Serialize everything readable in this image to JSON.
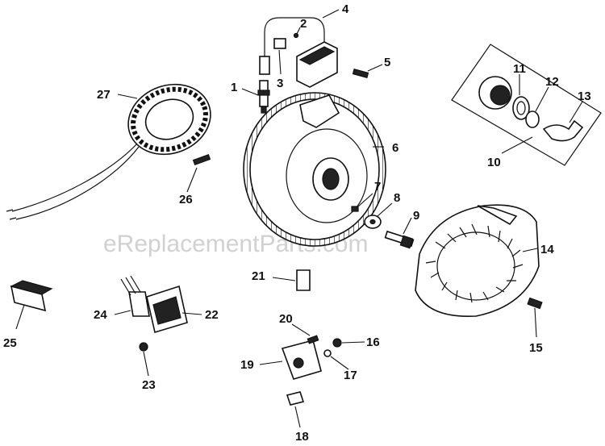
{
  "watermark": "eReplacementParts.com",
  "callouts": [
    {
      "id": "c1",
      "label": "1"
    },
    {
      "id": "c2",
      "label": "2"
    },
    {
      "id": "c3",
      "label": "3"
    },
    {
      "id": "c4",
      "label": "4"
    },
    {
      "id": "c5",
      "label": "5"
    },
    {
      "id": "c6",
      "label": "6"
    },
    {
      "id": "c7",
      "label": "7"
    },
    {
      "id": "c8",
      "label": "8"
    },
    {
      "id": "c9",
      "label": "9"
    },
    {
      "id": "c10",
      "label": "10"
    },
    {
      "id": "c11",
      "label": "11"
    },
    {
      "id": "c12",
      "label": "12"
    },
    {
      "id": "c13",
      "label": "13"
    },
    {
      "id": "c14",
      "label": "14"
    },
    {
      "id": "c15",
      "label": "15"
    },
    {
      "id": "c16",
      "label": "16"
    },
    {
      "id": "c17",
      "label": "17"
    },
    {
      "id": "c18",
      "label": "18"
    },
    {
      "id": "c19",
      "label": "19"
    },
    {
      "id": "c20",
      "label": "20"
    },
    {
      "id": "c21",
      "label": "21"
    },
    {
      "id": "c22",
      "label": "22"
    },
    {
      "id": "c23",
      "label": "23"
    },
    {
      "id": "c24",
      "label": "24"
    },
    {
      "id": "c25",
      "label": "25"
    },
    {
      "id": "c26",
      "label": "26"
    },
    {
      "id": "c27",
      "label": "27"
    }
  ]
}
